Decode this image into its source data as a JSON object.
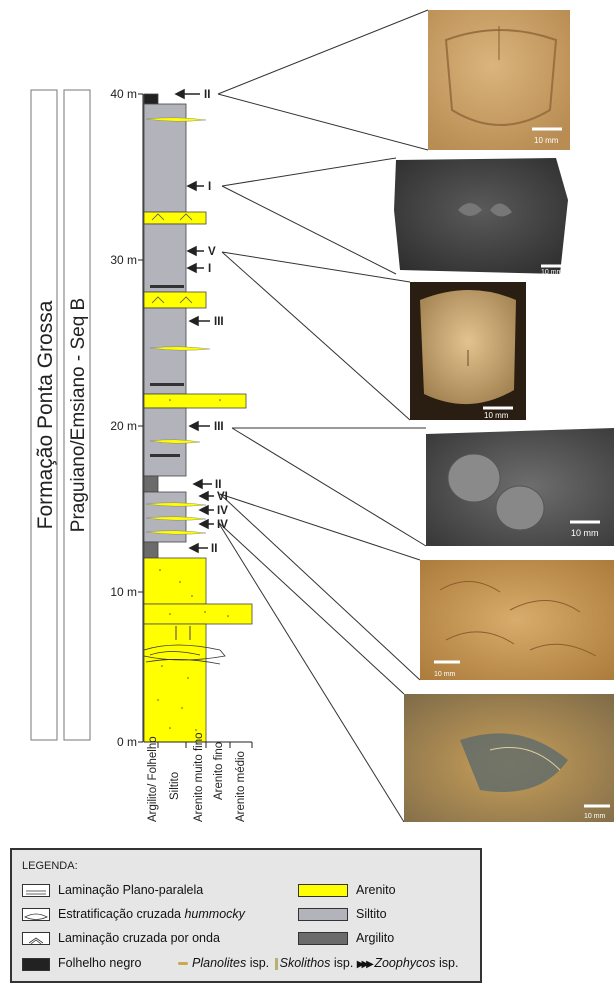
{
  "vertical_labels": {
    "formation": "Formação Ponta Grossa",
    "sequence": "Praguiano/Emsiano - Seq B"
  },
  "depth_axis": {
    "ticks": [
      "40 m",
      "30 m",
      "20 m",
      "10 m",
      "0 m"
    ]
  },
  "grain_axis": {
    "labels": [
      "Argilito/ Folhelho",
      "Siltito",
      "Arenito muito fino",
      "Arenito fino",
      "Arenito médio"
    ]
  },
  "markers": [
    {
      "id": "m1",
      "label": "II"
    },
    {
      "id": "m2",
      "label": "I"
    },
    {
      "id": "m3",
      "label": "V"
    },
    {
      "id": "m4",
      "label": "I"
    },
    {
      "id": "m5",
      "label": "III"
    },
    {
      "id": "m6",
      "label": "III"
    },
    {
      "id": "m7",
      "label": "II"
    },
    {
      "id": "m8",
      "label": "VI"
    },
    {
      "id": "m9",
      "label": "IV"
    },
    {
      "id": "m10",
      "label": "IV"
    },
    {
      "id": "m11",
      "label": "II"
    }
  ],
  "photos": [
    {
      "id": "p1",
      "scale": "10 mm"
    },
    {
      "id": "p2",
      "scale": "10 mm"
    },
    {
      "id": "p3",
      "scale": "10 mm"
    },
    {
      "id": "p4",
      "scale": "10 mm"
    },
    {
      "id": "p5",
      "scale": "10 mm"
    },
    {
      "id": "p6",
      "scale": "10 mm"
    }
  ],
  "legend": {
    "title": "LEGENDA:",
    "lam_plano": "Laminação Plano-paralela",
    "estrat_1": "Estratificação cruzada",
    "estrat_2": "hummocky",
    "lam_onda": "Laminação cruzada por onda",
    "folhelho": "Folhelho negro",
    "planolites": "Planolites",
    "skolithos": "Skolithos",
    "zoophycos": "Zoophycos",
    "isp": "isp.",
    "arenito": "Arenito",
    "siltito": "Siltito",
    "argilito": "Argilito"
  },
  "colors": {
    "arenito": "#ffff00",
    "siltito": "#b3b3bb",
    "argilito": "#6b6b6b",
    "folhelho": "#222222",
    "planolites": "#c8a850"
  }
}
